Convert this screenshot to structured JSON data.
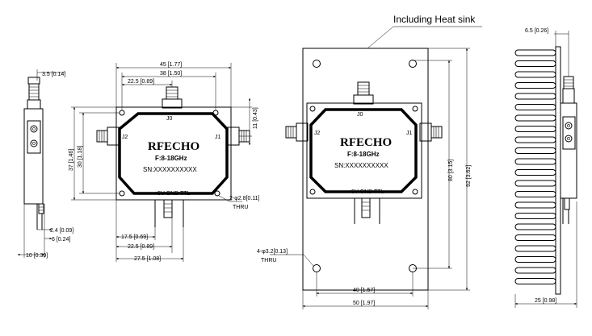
{
  "heatsink_caption": "Including Heat sink",
  "front_view": {
    "brand": "RFECHO",
    "freq": "F:8-18GHz",
    "sn": "SN:XXXXXXXXXX",
    "port_top": "J0",
    "port_left": "J2",
    "port_right": "J1",
    "pins": "+5V GND TTL",
    "dim_45": "45 [1.77]",
    "dim_38": "38 [1.50]",
    "dim_22_5_top": "22.5 [0.89]",
    "dim_37": "37 [1.46]",
    "dim_30": "30 [1.18]",
    "dim_11": "11 [0.43]",
    "hole": "2-φ2.8[0.11]",
    "thru": "THRU",
    "dim_17_5": "17.5 [0.69]",
    "dim_22_5_bottom": "22.5 [0.89]",
    "dim_27_5": "27.5 [1.08]"
  },
  "left_side_view": {
    "dim_3_5": "3.5 [0.14]",
    "dim_2_4": "2.4 [0.09]",
    "dim_6": "6 [0.24]",
    "dim_10": "10 [0.39]"
  },
  "heatsink_view": {
    "brand": "RFECHO",
    "freq": "F:8-18GHz",
    "sn": "SN:XXXXXXXXXX",
    "port_top": "J0",
    "port_left": "J2",
    "port_right": "J1",
    "pins": "+5V GND TTL",
    "dim_80": "80 [3.15]",
    "dim_92": "92 [3.62]",
    "hole": "4-φ3.2[0.13]",
    "thru": "THRU",
    "dim_40": "40 [1.57]",
    "dim_50": "50 [1.97]"
  },
  "right_side_view": {
    "dim_6_5": "6.5 [0.26]",
    "dim_25": "25 [0.98]"
  }
}
